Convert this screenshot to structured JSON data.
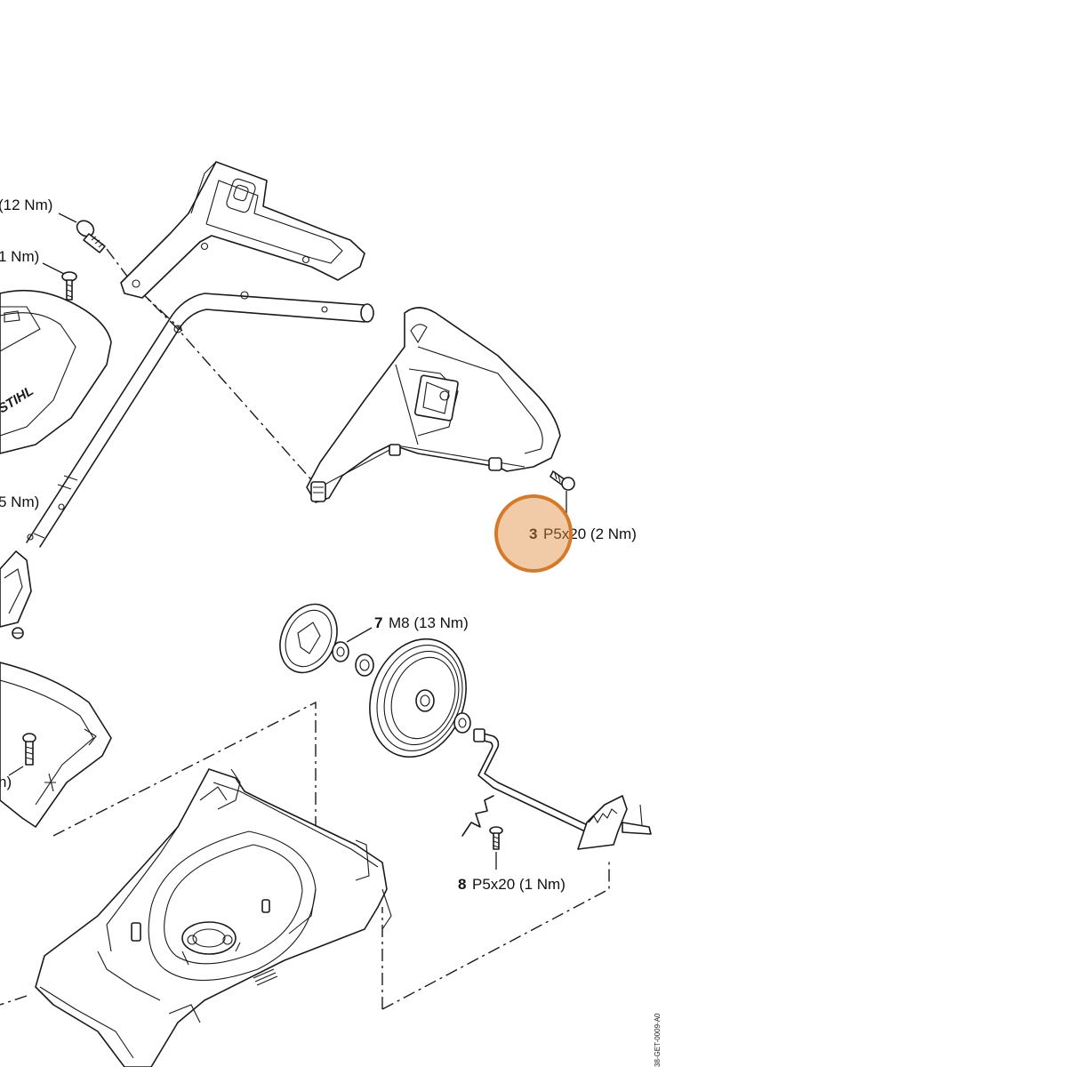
{
  "callouts": [
    {
      "id": "c1",
      "num": "",
      "text": "(12 Nm)"
    },
    {
      "id": "c2",
      "num": "",
      "text": "1 Nm)"
    },
    {
      "id": "c3",
      "num": "",
      "text": "5 Nm)"
    },
    {
      "id": "c4",
      "num": "3",
      "text": "P5x20 (2 Nm)"
    },
    {
      "id": "c5",
      "num": "7",
      "text": "M8 (13 Nm)"
    },
    {
      "id": "c6",
      "num": "8",
      "text": "P5x20 (1 Nm)"
    },
    {
      "id": "c7",
      "num": "",
      "text": "n)"
    }
  ],
  "brand_text": "STIHL",
  "document_code": "38-GET-0009-A0",
  "highlight": {
    "color": "#e08a3c",
    "target": "callout 3"
  }
}
